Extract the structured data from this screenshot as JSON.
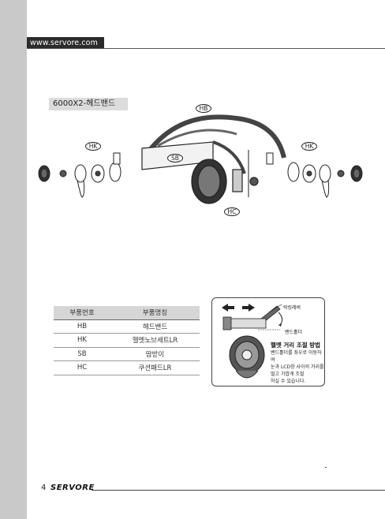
{
  "header": {
    "url": "www.servore.com"
  },
  "model": {
    "label": "6000X2-헤드밴드"
  },
  "diagram": {
    "callouts": {
      "hb": "HB",
      "hk_left": "HK",
      "hk_right": "HK",
      "sb": "SB",
      "hc": "HC"
    }
  },
  "parts_table": {
    "headers": [
      "부품번호",
      "부품명칭"
    ],
    "rows": [
      [
        "HB",
        "헤드밴드"
      ],
      [
        "HK",
        "헬멧노브세트LR"
      ],
      [
        "SB",
        "땀받이"
      ],
      [
        "HC",
        "쿠션패드LR"
      ]
    ]
  },
  "adjust_box": {
    "lever_label": "락킹레버",
    "holder_label": "밴드홀더",
    "title": "헬멧 거리 조절 방법",
    "desc": [
      "밴드홀더를 좌우로 이동하여",
      "눈과 LCD창 사이의 거리를",
      "멀고 가깝게 조절",
      "하실 수 있습니다."
    ]
  },
  "footer": {
    "page": "4",
    "brand": "SERVORE"
  }
}
